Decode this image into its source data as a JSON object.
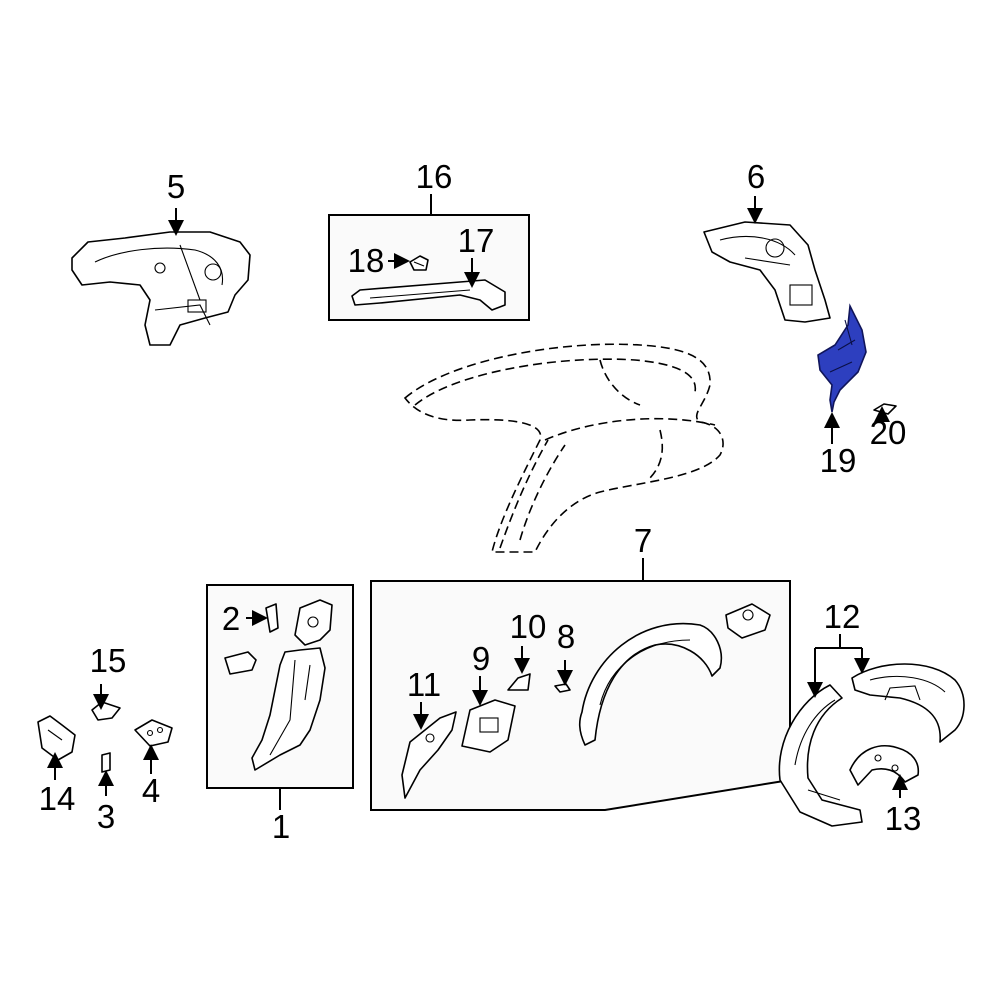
{
  "diagram": {
    "callouts": {
      "c1": "1",
      "c2": "2",
      "c3": "3",
      "c4": "4",
      "c5": "5",
      "c6": "6",
      "c7": "7",
      "c8": "8",
      "c9": "9",
      "c10": "10",
      "c11": "11",
      "c12": "12",
      "c13": "13",
      "c14": "14",
      "c15": "15",
      "c16": "16",
      "c17": "17",
      "c18": "18",
      "c19": "19",
      "c20": "20"
    },
    "highlight_part": "19",
    "colors": {
      "highlight": "#2d3fbf",
      "line": "#000000",
      "group_box_fill": "#fafafa"
    }
  }
}
